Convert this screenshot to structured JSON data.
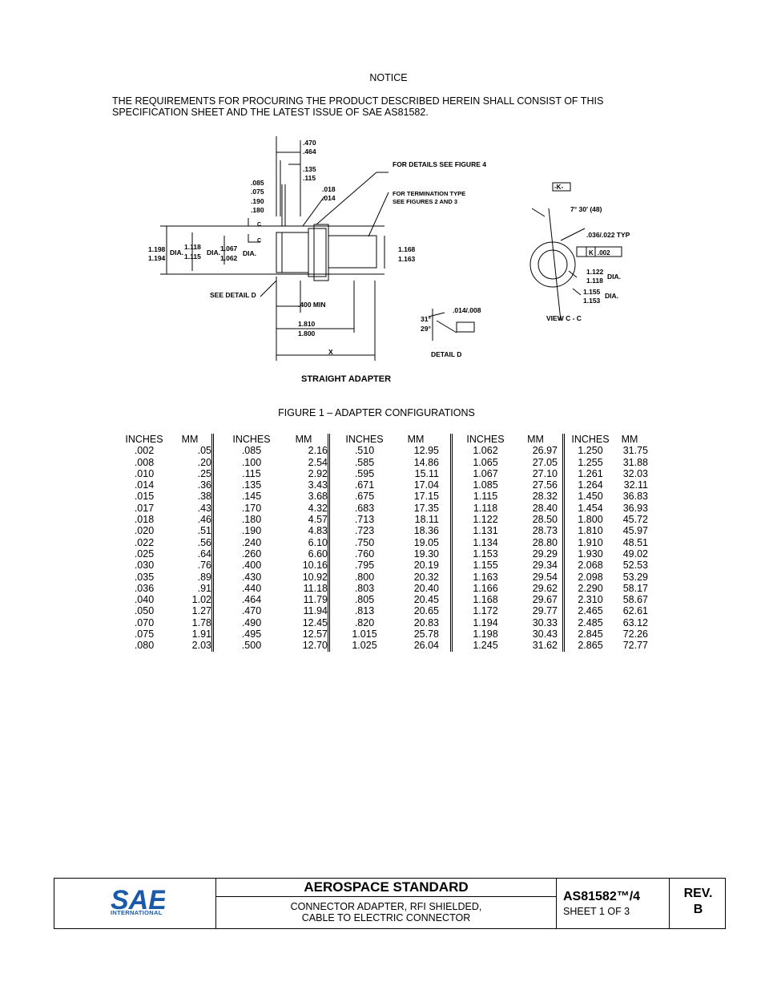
{
  "notice": {
    "title": "NOTICE",
    "body": "THE REQUIREMENTS FOR PROCURING THE PRODUCT DESCRIBED HEREIN SHALL CONSIST OF THIS SPECIFICATION SHEET AND THE LATEST ISSUE OF SAE AS81582."
  },
  "drawing": {
    "dim_470": ".470",
    "dim_464": ".464",
    "dim_135": ".135",
    "dim_115": ".115",
    "dim_085": ".085",
    "dim_075": ".075",
    "dim_190": ".190",
    "dim_180": ".180",
    "dim_018": ".018",
    "dim_014": ".014",
    "details_fig4": "FOR DETAILS SEE FIGURE 4",
    "term_type_1": "FOR TERMINATION TYPE",
    "term_type_2": "SEE FIGURES 2 AND 3",
    "dim_1198": "1.198",
    "dim_1194": "1.194",
    "dia": "DIA.",
    "dim_1118": "1.118",
    "dim_1115": "1.115",
    "dim_1067": "1.067",
    "dim_1062": "1.062",
    "dim_1168": "1.168",
    "dim_1163": "1.163",
    "c_label": "C",
    "see_detail_d": "SEE DETAIL D",
    "dim_400min": ".400 MIN",
    "dim_1810": "1.810",
    "dim_1800": "1.800",
    "x_label": "X",
    "straight_adapter": "STRAIGHT ADAPTER",
    "k_label": "-K-",
    "angle": "7° 30′ (48)",
    "typ": ".036/.022 TYP",
    "fcf_k": "K",
    "fcf_val": ".002",
    "dim_1122": "1.122",
    "dim_1118b": "1.118",
    "dim_1155": "1.155",
    "dim_1153": "1.153",
    "view_cc": "VIEW C - C",
    "dim_014_008": ".014/.008",
    "ang31": "31°",
    "ang29": "29°",
    "detail_d": "DETAIL D"
  },
  "figure_caption": "FIGURE 1 – ADAPTER CONFIGURATIONS",
  "conversion": {
    "header_inches": "INCHES",
    "header_mm": "MM",
    "columns": [
      [
        [
          ".002",
          ".05"
        ],
        [
          ".008",
          ".20"
        ],
        [
          ".010",
          ".25"
        ],
        [
          ".014",
          ".36"
        ],
        [
          ".015",
          ".38"
        ],
        [
          ".017",
          ".43"
        ],
        [
          ".018",
          ".46"
        ],
        [
          ".020",
          ".51"
        ],
        [
          ".022",
          ".56"
        ],
        [
          ".025",
          ".64"
        ],
        [
          ".030",
          ".76"
        ],
        [
          ".035",
          ".89"
        ],
        [
          ".036",
          ".91"
        ],
        [
          ".040",
          "1.02"
        ],
        [
          ".050",
          "1.27"
        ],
        [
          ".070",
          "1.78"
        ],
        [
          ".075",
          "1.91"
        ],
        [
          ".080",
          "2.03"
        ]
      ],
      [
        [
          ".085",
          "2.16"
        ],
        [
          ".100",
          "2.54"
        ],
        [
          ".115",
          "2.92"
        ],
        [
          ".135",
          "3.43"
        ],
        [
          ".145",
          "3.68"
        ],
        [
          ".170",
          "4.32"
        ],
        [
          ".180",
          "4.57"
        ],
        [
          ".190",
          "4.83"
        ],
        [
          ".240",
          "6.10"
        ],
        [
          ".260",
          "6.60"
        ],
        [
          ".400",
          "10.16"
        ],
        [
          ".430",
          "10.92"
        ],
        [
          ".440",
          "11.18"
        ],
        [
          ".464",
          "11.79"
        ],
        [
          ".470",
          "11.94"
        ],
        [
          ".490",
          "12.45"
        ],
        [
          ".495",
          "12.57"
        ],
        [
          ".500",
          "12.70"
        ]
      ],
      [
        [
          ".510",
          "12.95"
        ],
        [
          ".585",
          "14.86"
        ],
        [
          ".595",
          "15.11"
        ],
        [
          ".671",
          "17.04"
        ],
        [
          ".675",
          "17.15"
        ],
        [
          ".683",
          "17.35"
        ],
        [
          ".713",
          "18.11"
        ],
        [
          ".723",
          "18.36"
        ],
        [
          ".750",
          "19.05"
        ],
        [
          ".760",
          "19.30"
        ],
        [
          ".795",
          "20.19"
        ],
        [
          ".800",
          "20.32"
        ],
        [
          ".803",
          "20.40"
        ],
        [
          ".805",
          "20.45"
        ],
        [
          ".813",
          "20.65"
        ],
        [
          ".820",
          "20.83"
        ],
        [
          "1.015",
          "25.78"
        ],
        [
          "1.025",
          "26.04"
        ]
      ],
      [
        [
          "1.062",
          "26.97"
        ],
        [
          "1.065",
          "27.05"
        ],
        [
          "1.067",
          "27.10"
        ],
        [
          "1.085",
          "27.56"
        ],
        [
          "1.115",
          "28.32"
        ],
        [
          "1.118",
          "28.40"
        ],
        [
          "1.122",
          "28.50"
        ],
        [
          "1.131",
          "28.73"
        ],
        [
          "1.134",
          "28.80"
        ],
        [
          "1.153",
          "29.29"
        ],
        [
          "1.155",
          "29.34"
        ],
        [
          "1.163",
          "29.54"
        ],
        [
          "1.166",
          "29.62"
        ],
        [
          "1.168",
          "29.67"
        ],
        [
          "1.172",
          "29.77"
        ],
        [
          "1.194",
          "30.33"
        ],
        [
          "1.198",
          "30.43"
        ],
        [
          "1.245",
          "31.62"
        ]
      ],
      [
        [
          "1.250",
          "31.75"
        ],
        [
          "1.255",
          "31.88"
        ],
        [
          "1.261",
          "32.03"
        ],
        [
          "1.264",
          "32.11"
        ],
        [
          "1.450",
          "36.83"
        ],
        [
          "1.454",
          "36.93"
        ],
        [
          "1.800",
          "45.72"
        ],
        [
          "1.810",
          "45.97"
        ],
        [
          "1.910",
          "48.51"
        ],
        [
          "1.930",
          "49.02"
        ],
        [
          "2.068",
          "52.53"
        ],
        [
          "2.098",
          "53.29"
        ],
        [
          "2.290",
          "58.17"
        ],
        [
          "2.310",
          "58.67"
        ],
        [
          "2.465",
          "62.61"
        ],
        [
          "2.485",
          "63.12"
        ],
        [
          "2.845",
          "72.26"
        ],
        [
          "2.865",
          "72.77"
        ]
      ]
    ]
  },
  "footer": {
    "logo_text": "INTERNATIONAL",
    "title": "AEROSPACE STANDARD",
    "subtitle_1": "CONNECTOR ADAPTER, RFI SHIELDED,",
    "subtitle_2": "CABLE TO ELECTRIC CONNECTOR",
    "doc_number": "AS81582™/4",
    "sheet": "SHEET 1 OF 3",
    "rev_label": "REV.",
    "rev_value": "B",
    "logo_color": "#1a5aa8"
  }
}
